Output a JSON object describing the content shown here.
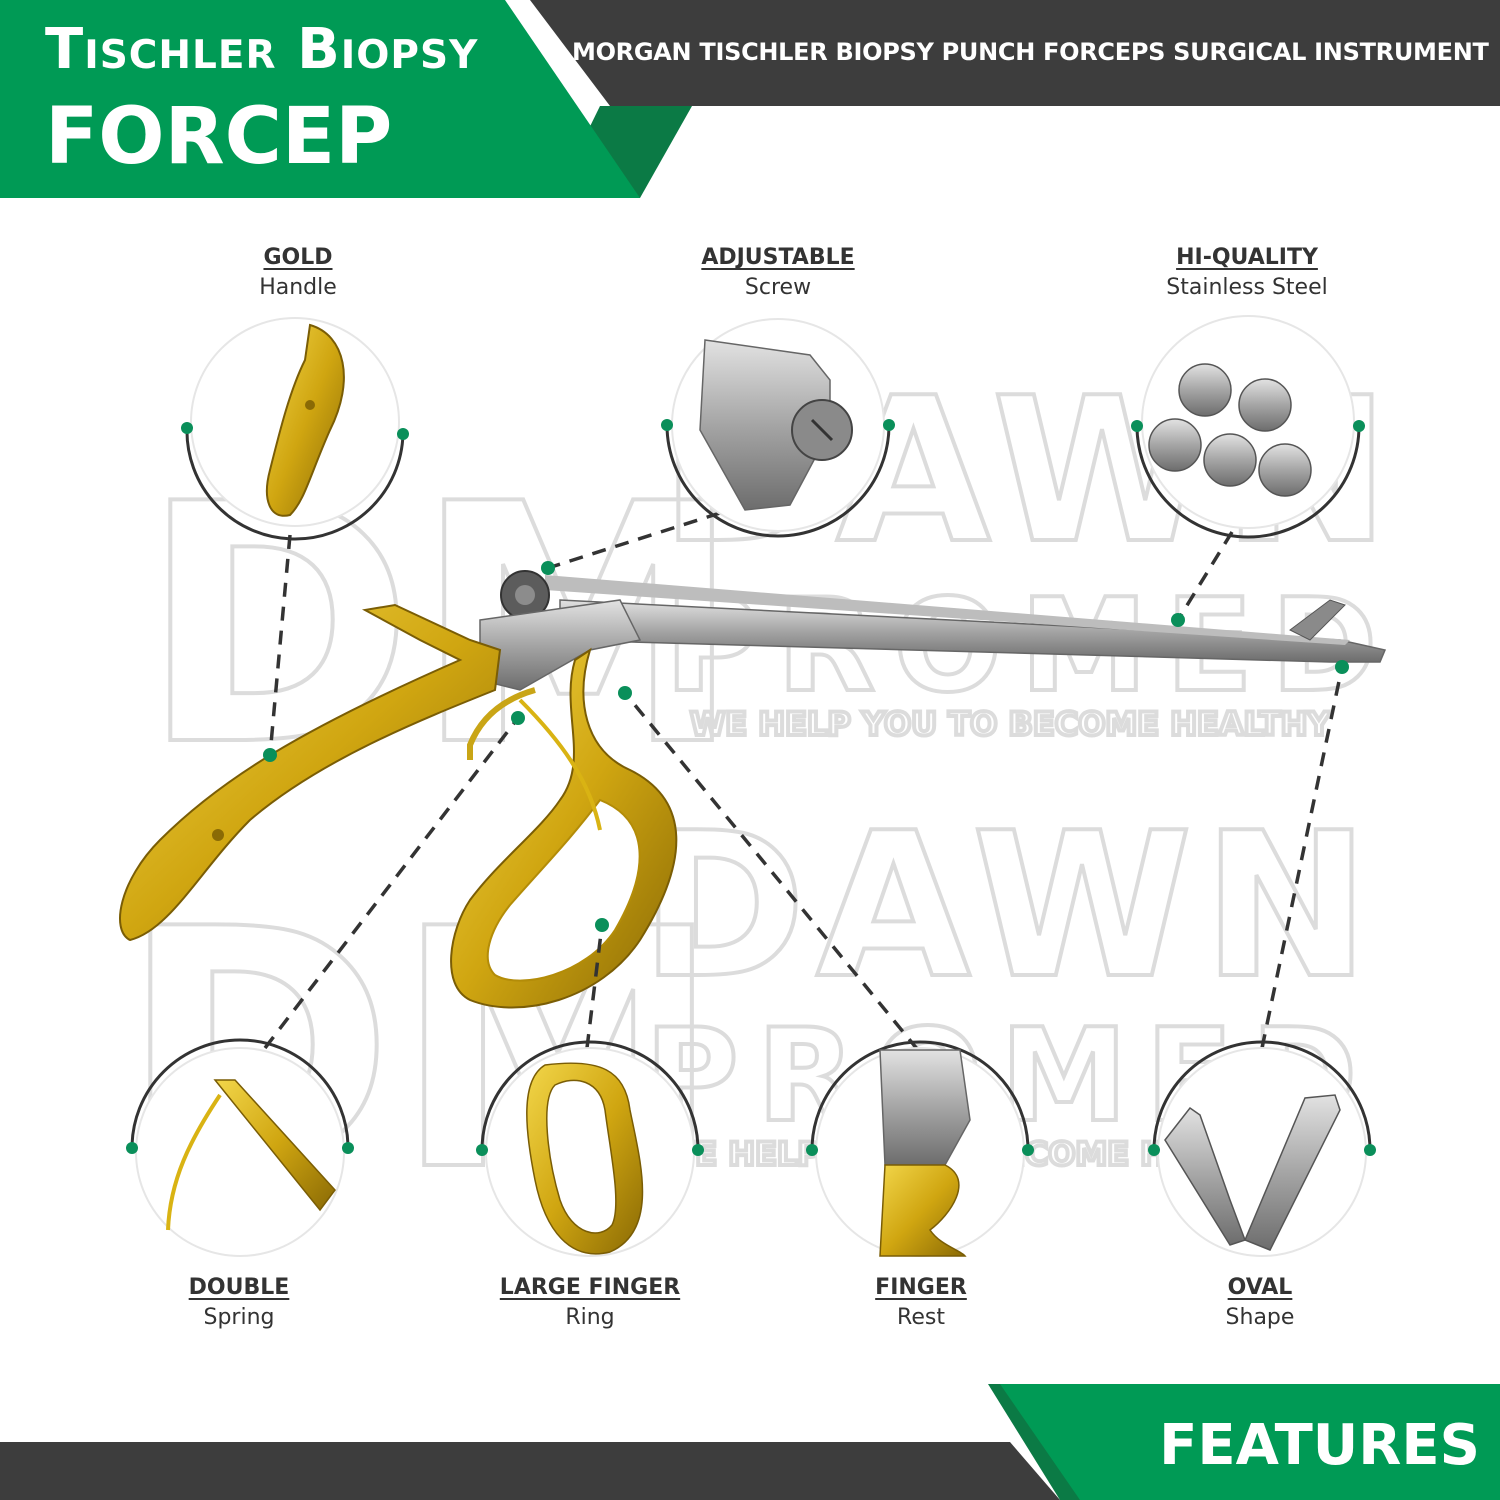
{
  "header": {
    "title_line1": "Tischler Biopsy",
    "title_line2": "FORCEP",
    "subtitle": "MORGAN TISCHLER BIOPSY PUNCH FORCEPS SURGICAL INSTRUMENT"
  },
  "watermark": {
    "brand_line1": "DAWN",
    "brand_line2": "PROMED",
    "tagline": "WE HELP YOU TO BECOME HEALTHY",
    "monogram": "DM"
  },
  "features_top": [
    {
      "title": "GOLD",
      "subtitle": "Handle",
      "icon": "gold-handle-detail"
    },
    {
      "title": "ADJUSTABLE",
      "subtitle": "Screw",
      "icon": "adjustable-screw-detail"
    },
    {
      "title": "HI-QUALITY",
      "subtitle": "Stainless Steel",
      "icon": "steel-rods-detail"
    }
  ],
  "features_bottom": [
    {
      "title": "DOUBLE",
      "subtitle": "Spring",
      "icon": "double-spring-detail"
    },
    {
      "title": "LARGE FINGER",
      "subtitle": "Ring",
      "icon": "finger-ring-detail"
    },
    {
      "title": "FINGER",
      "subtitle": "Rest",
      "icon": "finger-rest-detail"
    },
    {
      "title": "OVAL",
      "subtitle": "Shape",
      "icon": "oval-jaw-detail"
    }
  ],
  "footer": {
    "label": "FEATURES"
  },
  "colors": {
    "green": "#009a55",
    "dark_green": "#0b7a45",
    "dark_gray": "#3d3d3d",
    "gold": "#d9b313",
    "steel": "#a9a9a9",
    "dot": "#0a8f5a",
    "line": "#333333"
  }
}
